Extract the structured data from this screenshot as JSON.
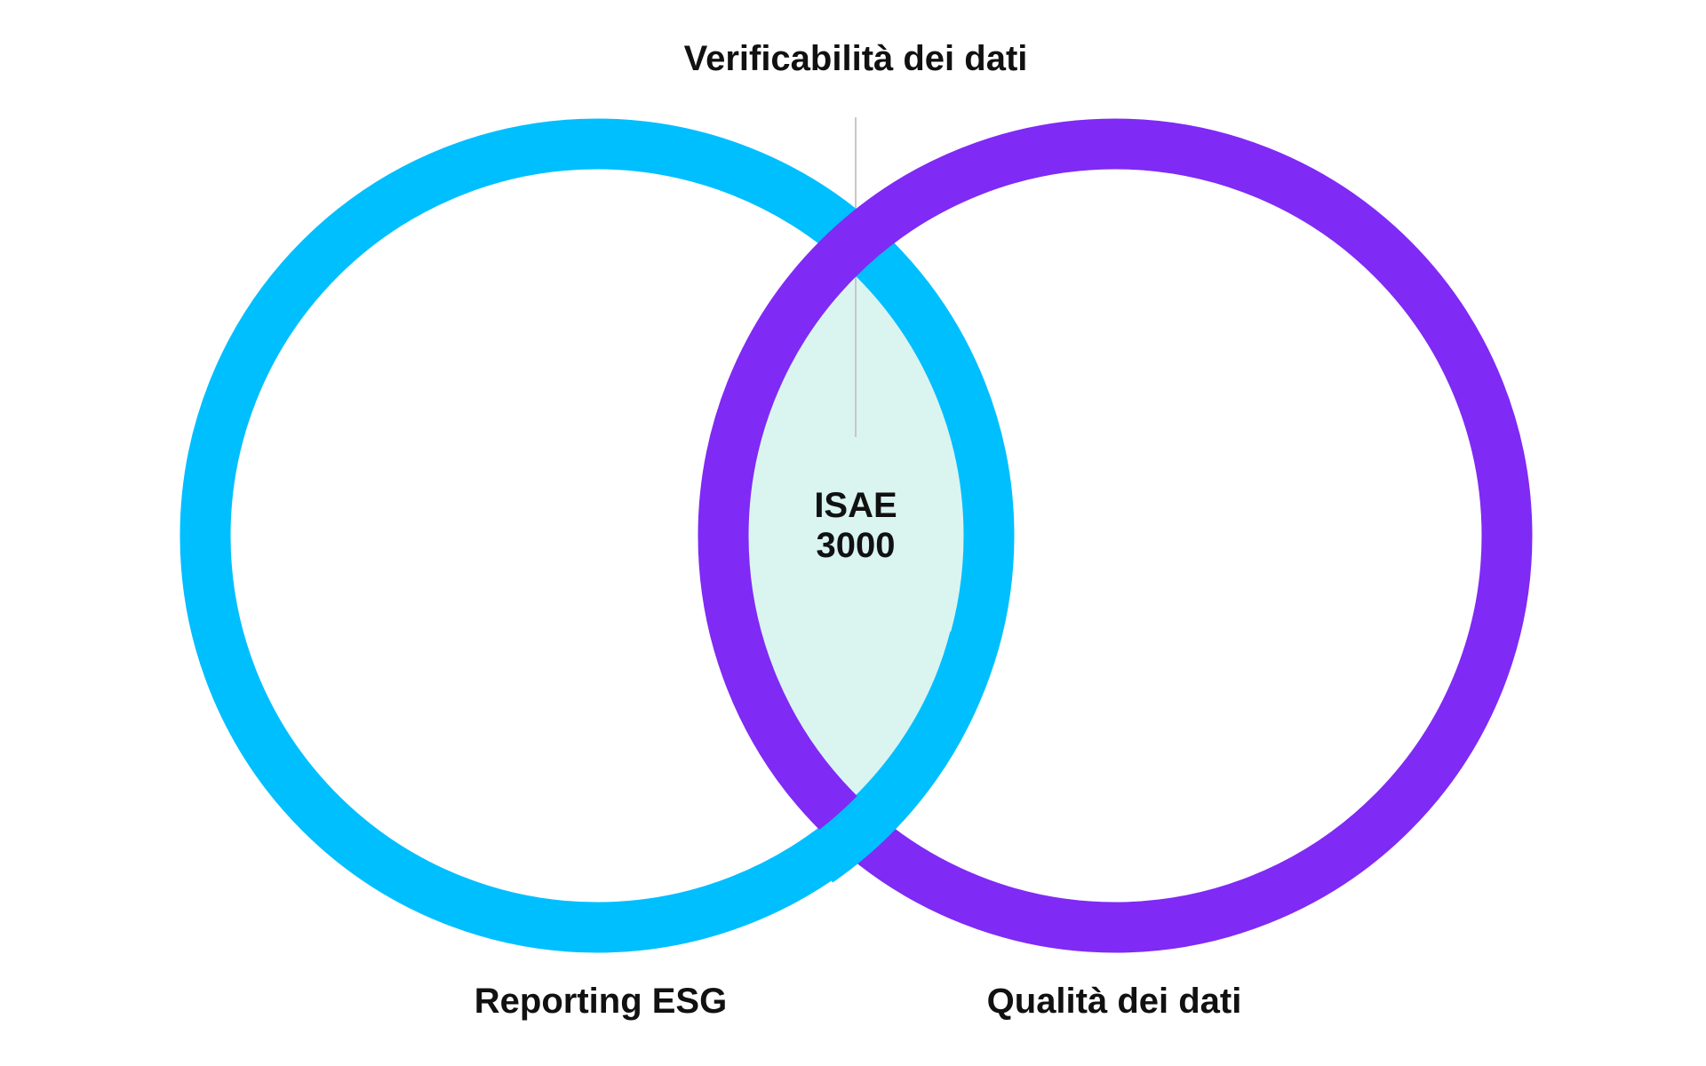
{
  "diagram": {
    "top_label": "Verificabilità dei dati",
    "intersection_label_line1": "ISAE",
    "intersection_label_line2": "3000",
    "left_label": "Reporting ESG",
    "right_label": "Qualità dei dati"
  },
  "colors": {
    "left_ring": "#00BFFF",
    "right_ring": "#7F2AF5",
    "intersection_fill": "#DAF4F0",
    "pointer_line": "#C8C8C8",
    "text": "#111111"
  }
}
